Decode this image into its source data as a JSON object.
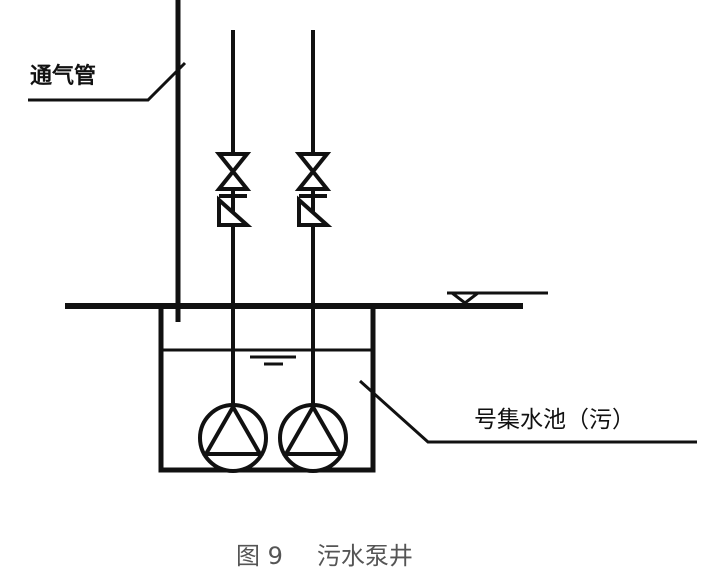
{
  "labels": {
    "vent_pipe": "通气管",
    "sump": "号集水池（污）"
  },
  "caption": {
    "figure_number": "图 9",
    "title": "污水泵井"
  },
  "colors": {
    "line": "#111111",
    "caption": "#555555"
  }
}
